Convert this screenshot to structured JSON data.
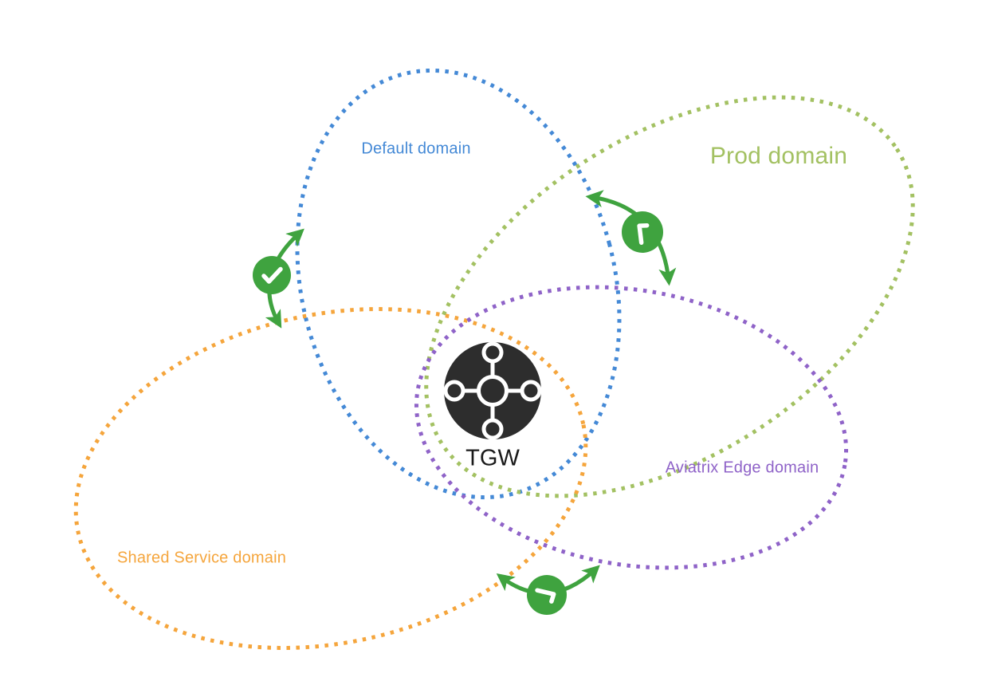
{
  "diagram": {
    "type": "network-domain-venn-diagram",
    "background_color": "#ffffff",
    "hub": {
      "label": "TGW",
      "icon": "transit-gateway-icon",
      "icon_color": "#2d2d2d",
      "icon_detail_color": "#ffffff",
      "label_color": "#1a1a1a"
    },
    "domains": [
      {
        "name": "default",
        "label": "Default domain",
        "color": "#4489d6",
        "border_style": "dotted-ellipse"
      },
      {
        "name": "prod",
        "label": "Prod domain",
        "color": "#a3c162",
        "border_style": "dotted-ellipse"
      },
      {
        "name": "aviatrix-edge",
        "label": "Aviatrix Edge domain",
        "color": "#8f63c8",
        "border_style": "dotted-ellipse"
      },
      {
        "name": "shared-service",
        "label": "Shared Service domain",
        "color": "#f5a53c",
        "border_style": "dotted-ellipse"
      }
    ],
    "connections": {
      "color": "#3fa33f",
      "badge_icon": "check-icon",
      "arrow_style": "double-headed-curved",
      "count": 3,
      "items": [
        {
          "name": "connection-default-shared-service"
        },
        {
          "name": "connection-default-prod"
        },
        {
          "name": "connection-shared-service-aviatrix-edge"
        }
      ]
    }
  }
}
